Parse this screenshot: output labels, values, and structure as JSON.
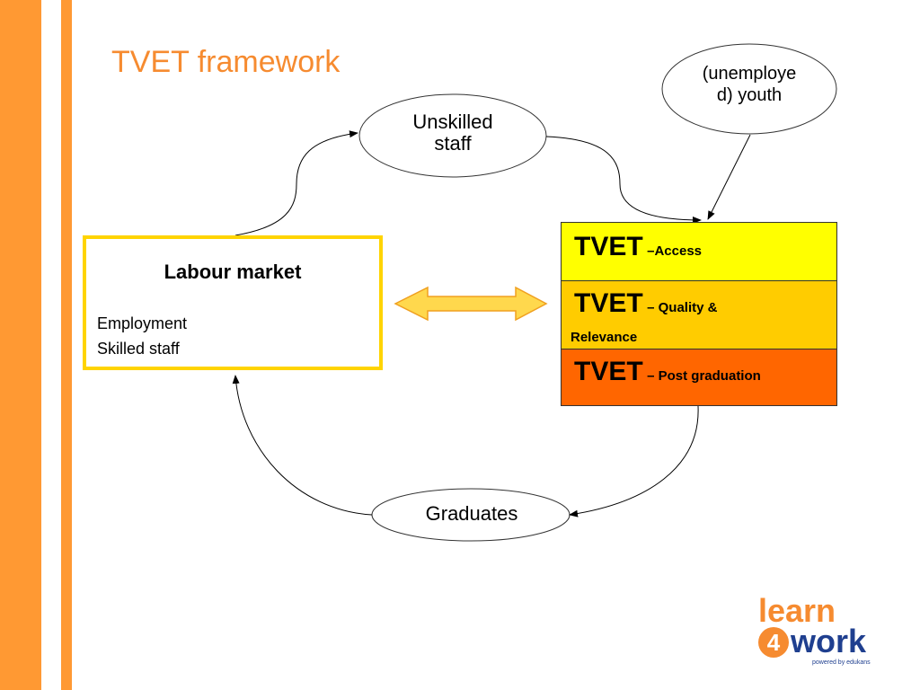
{
  "title": "TVET framework",
  "labour_market": {
    "title": "Labour market",
    "lines": [
      "Employment",
      "Skilled staff"
    ]
  },
  "nodes": {
    "unskilled": [
      "Unskilled",
      "staff"
    ],
    "youth": [
      "(unemploye",
      "d) youth"
    ],
    "graduates": "Graduates"
  },
  "tvet": {
    "access": {
      "main": "TVET",
      "sub": "–Access"
    },
    "quality": {
      "main": "TVET",
      "sub": "– Quality &",
      "sub2": "Relevance"
    },
    "post": {
      "main": "TVET",
      "sub": "– Post graduation"
    }
  },
  "logo": {
    "word1": "learn",
    "digit": "4",
    "word2": "work",
    "tagline": "powered by edukans"
  },
  "colors": {
    "stripe": "#ff9933",
    "title": "#f68b30",
    "box_border": "#ffd400",
    "access": "#ffff00",
    "quality": "#ffcc00",
    "post": "#ff6600",
    "arrow_fill": "#ffd84d",
    "arrow_stroke": "#f0a020"
  }
}
